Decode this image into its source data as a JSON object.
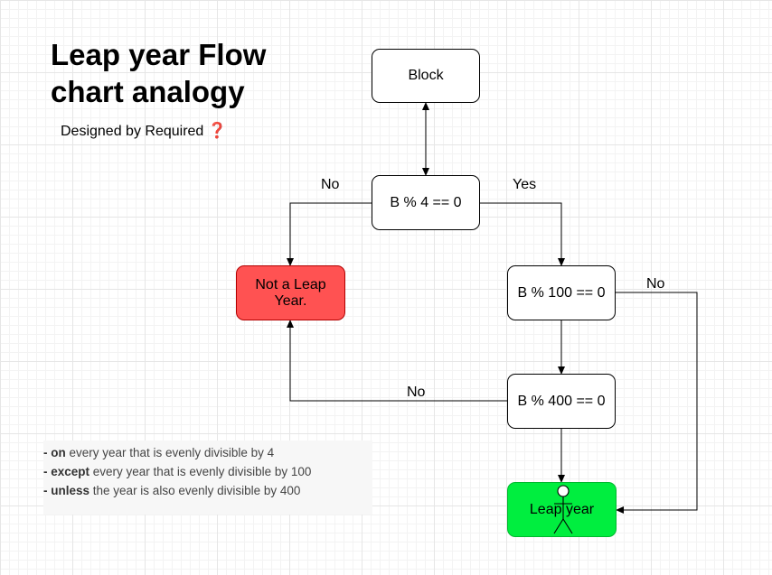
{
  "title": "Leap year Flow\nchart analogy",
  "subtitle": {
    "text": "Designed by Required",
    "emoji": "❓"
  },
  "nodes": {
    "block": "Block",
    "div4": "B % 4 == 0",
    "not_leap": "Not a Leap Year.",
    "div100": "B % 100 == 0",
    "div400": "B % 400 == 0",
    "leap": "Leap year"
  },
  "edge_labels": {
    "div4_no": "No",
    "div4_yes": "Yes",
    "div100_no": "No",
    "div400_no": "No"
  },
  "rules": [
    {
      "dash": "- ",
      "keyword": "on",
      "text": " every year that is evenly divisible by 4"
    },
    {
      "dash": "- ",
      "keyword": "except",
      "text": " every year that is evenly divisible by 100"
    },
    {
      "dash": "- ",
      "keyword": "unless",
      "text": " the year is also evenly divisible by 400"
    }
  ],
  "colors": {
    "not_leap_fill": "#ff5252",
    "leap_fill": "#00ee3f",
    "question_mark": "#d0021b"
  },
  "icons": {
    "leap_node_overlay": "stick-figure-icon"
  }
}
